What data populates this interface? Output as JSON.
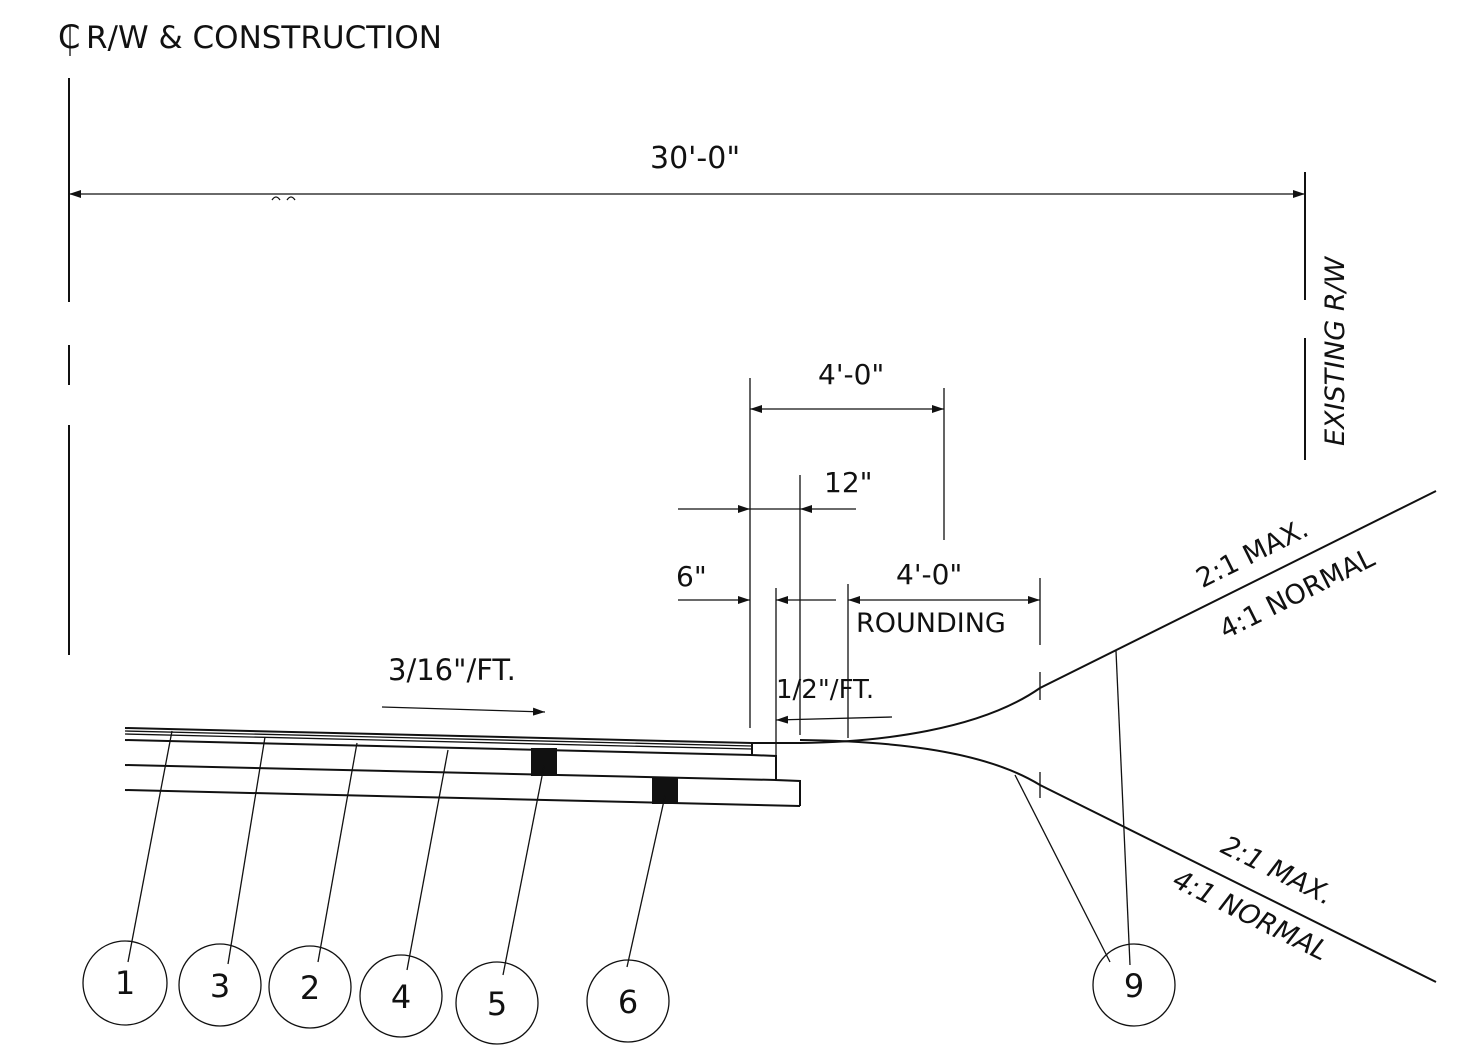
{
  "title": "R/W & CONSTRUCTION",
  "dims": {
    "total_width": "30'-0\"",
    "existing_rw": "EXISTING R/W",
    "four_ft_top": "4'-0\"",
    "twelve_in": "12\"",
    "six_in": "6\"",
    "four_ft_rounding": "4'-0\"",
    "rounding": "ROUNDING",
    "slope_main": "3/16\"/FT.",
    "slope_shoulder": "1/2\"/FT."
  },
  "slopes": {
    "upper_max": "2:1 MAX.",
    "upper_normal": "4:1 NORMAL",
    "lower_max": "2:1 MAX.",
    "lower_normal": "4:1 NORMAL"
  },
  "callouts": [
    "1",
    "3",
    "2",
    "4",
    "5",
    "6",
    "9"
  ]
}
